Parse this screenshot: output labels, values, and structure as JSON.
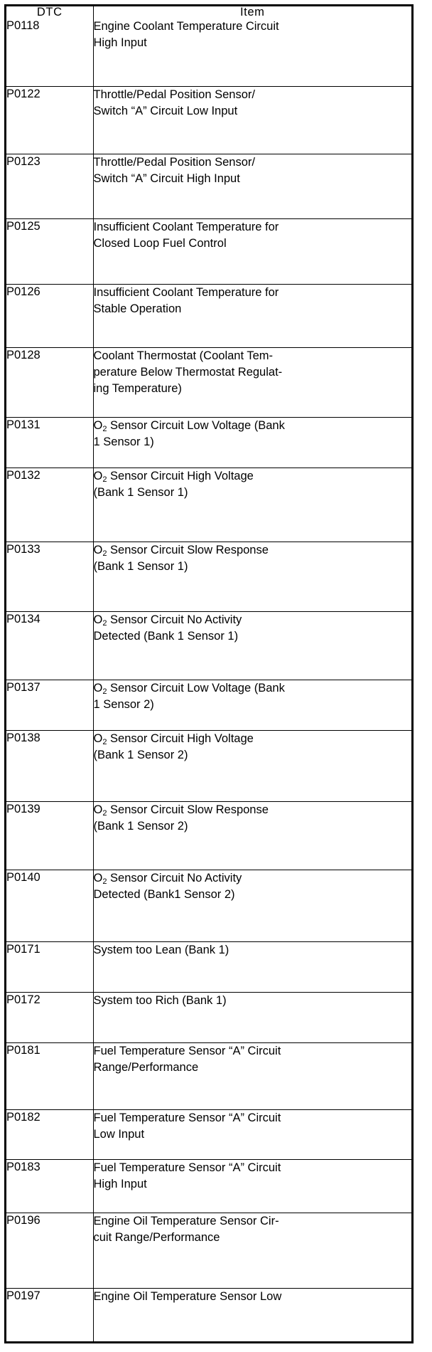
{
  "table": {
    "headers": {
      "dtc": "DTC",
      "item": "Item"
    },
    "rows": [
      {
        "code": "P0118",
        "lines": [
          "Engine Coolant Temperature Circuit",
          "High Input"
        ],
        "item": "Engine Coolant Temperature Circuit High Input",
        "height": 88
      },
      {
        "code": "P0122",
        "lines": [
          "Throttle/Pedal Position Sensor/",
          "Switch “A” Circuit Low Input"
        ],
        "item": "Throttle/Pedal Position Sensor/Switch “A” Circuit Low Input",
        "height": 87
      },
      {
        "code": "P0123",
        "lines": [
          "Throttle/Pedal Position Sensor/",
          "Switch “A” Circuit High Input"
        ],
        "item": "Throttle/Pedal Position Sensor/Switch “A” Circuit High Input",
        "height": 84
      },
      {
        "code": "P0125",
        "lines": [
          "Insufficient Coolant Temperature for",
          "Closed Loop Fuel Control"
        ],
        "item": "Insufficient Coolant Temperature for Closed Loop Fuel Control",
        "height": 84
      },
      {
        "code": "P0126",
        "lines": [
          "Insufficient Coolant Temperature for",
          "Stable Operation"
        ],
        "item": "Insufficient Coolant Temperature for Stable Operation",
        "height": 82
      },
      {
        "code": "P0128",
        "lines": [
          "Coolant Thermostat (Coolant Tem-",
          "perature Below Thermostat Regulat-",
          "ing Temperature)"
        ],
        "item": "Coolant Thermostat (Coolant Temperature Below Thermostat Regulating Temperature)",
        "height": 90
      },
      {
        "code": "P0131",
        "lines": [
          "O₂ Sensor Circuit Low Voltage (Bank",
          "1 Sensor 1)"
        ],
        "item": "O₂ Sensor Circuit Low Voltage (Bank 1 Sensor 1)",
        "height": 65
      },
      {
        "code": "P0132",
        "lines": [
          "O₂ Sensor Circuit High Voltage",
          "(Bank 1 Sensor 1)"
        ],
        "item": "O₂ Sensor Circuit High Voltage (Bank 1 Sensor 1)",
        "height": 96
      },
      {
        "code": "P0133",
        "lines": [
          "O₂ Sensor Circuit Slow Response",
          "(Bank 1 Sensor 1)"
        ],
        "item": "O₂ Sensor Circuit Slow Response (Bank 1 Sensor 1)",
        "height": 90
      },
      {
        "code": "P0134",
        "lines": [
          "O₂ Sensor Circuit No Activity",
          "Detected (Bank 1 Sensor 1)"
        ],
        "item": "O₂ Sensor Circuit No Activity Detected (Bank 1 Sensor 1)",
        "height": 88
      },
      {
        "code": "P0137",
        "lines": [
          "O₂ Sensor Circuit Low Voltage (Bank",
          "1 Sensor 2)"
        ],
        "item": "O₂ Sensor Circuit Low Voltage (Bank 1 Sensor 2)",
        "height": 65
      },
      {
        "code": "P0138",
        "lines": [
          "O₂ Sensor Circuit High Voltage",
          "(Bank 1 Sensor 2)"
        ],
        "item": "O₂ Sensor Circuit High Voltage (Bank 1 Sensor 2)",
        "height": 92
      },
      {
        "code": "P0139",
        "lines": [
          "O₂ Sensor Circuit Slow Response",
          "(Bank 1 Sensor 2)"
        ],
        "item": "O₂ Sensor Circuit Slow Response (Bank 1 Sensor 2)",
        "height": 88
      },
      {
        "code": "P0140",
        "lines": [
          "O₂ Sensor Circuit No Activity",
          "Detected (Bank1 Sensor 2)"
        ],
        "item": "O₂ Sensor Circuit No Activity Detected (Bank1 Sensor 2)",
        "height": 93
      },
      {
        "code": "P0171",
        "lines": [
          "System too Lean (Bank 1)"
        ],
        "item": "System too Lean (Bank 1)",
        "height": 65
      },
      {
        "code": "P0172",
        "lines": [
          "System too Rich (Bank 1)"
        ],
        "item": "System too Rich (Bank 1)",
        "height": 65
      },
      {
        "code": "P0181",
        "lines": [
          "Fuel Temperature Sensor “A” Circuit",
          "Range/Performance"
        ],
        "item": "Fuel Temperature Sensor “A” Circuit Range/Performance",
        "height": 86
      },
      {
        "code": "P0182",
        "lines": [
          "Fuel Temperature Sensor “A” Circuit",
          "Low Input"
        ],
        "item": "Fuel Temperature Sensor “A” Circuit Low Input",
        "height": 65
      },
      {
        "code": "P0183",
        "lines": [
          "Fuel Temperature Sensor “A” Circuit",
          "High Input"
        ],
        "item": "Fuel Temperature Sensor “A” Circuit High Input",
        "height": 68
      },
      {
        "code": "P0196",
        "lines": [
          "Engine Oil Temperature Sensor Cir-",
          "cuit Range/Performance"
        ],
        "item": "Engine Oil Temperature Sensor Circuit Range/Performance",
        "height": 98
      },
      {
        "code": "P0197",
        "lines": [
          "Engine Oil Temperature Sensor Low"
        ],
        "item": "Engine Oil Temperature Sensor Low",
        "height": 68
      }
    ]
  }
}
